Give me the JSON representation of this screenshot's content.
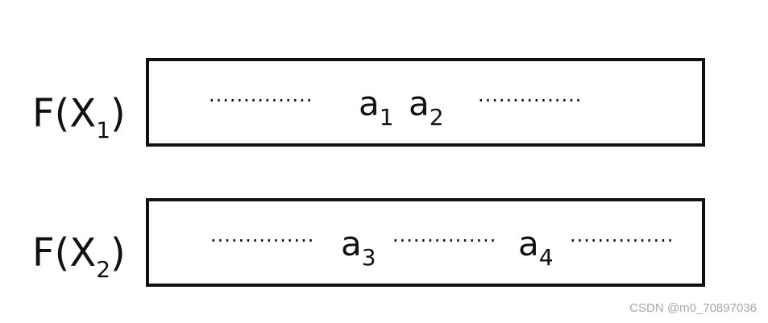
{
  "rows": [
    {
      "label": {
        "base": "F(X",
        "sub": "1",
        "close": ")"
      },
      "dots": [
        "...............",
        "..............."
      ],
      "terms": [
        {
          "base": "a",
          "sub": "1"
        },
        {
          "base": "a",
          "sub": "2"
        }
      ]
    },
    {
      "label": {
        "base": "F(X",
        "sub": "2",
        "close": ")"
      },
      "dots": [
        "...............",
        "...............",
        "..............."
      ],
      "terms": [
        {
          "base": "a",
          "sub": "3"
        },
        {
          "base": "a",
          "sub": "4"
        }
      ]
    }
  ],
  "watermark": "CSDN @m0_70897036",
  "colors": {
    "stroke": "#111111",
    "watermark": "#a8a8a8"
  }
}
